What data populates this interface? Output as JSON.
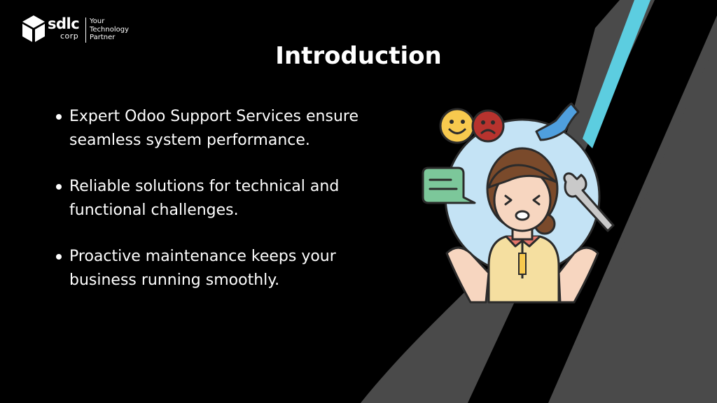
{
  "logo": {
    "brand": "sdlc",
    "sub": "corp",
    "tagline": [
      "Your",
      "Technology",
      "Partner"
    ]
  },
  "title": "Introduction",
  "bullets": [
    "Expert Odoo Support Services ensure seamless system performance.",
    "Reliable solutions for technical and functional challenges.",
    "Proactive maintenance keeps your business running smoothly."
  ],
  "illustration": {
    "icons": [
      "happy-face-icon",
      "sad-face-icon",
      "phone-icon",
      "chat-bubble-icon",
      "wrench-icon"
    ]
  },
  "colors": {
    "background": "#000000",
    "stripe_gray": "#4a4a4a",
    "stripe_cyan": "#5ccde0",
    "text": "#ffffff"
  }
}
